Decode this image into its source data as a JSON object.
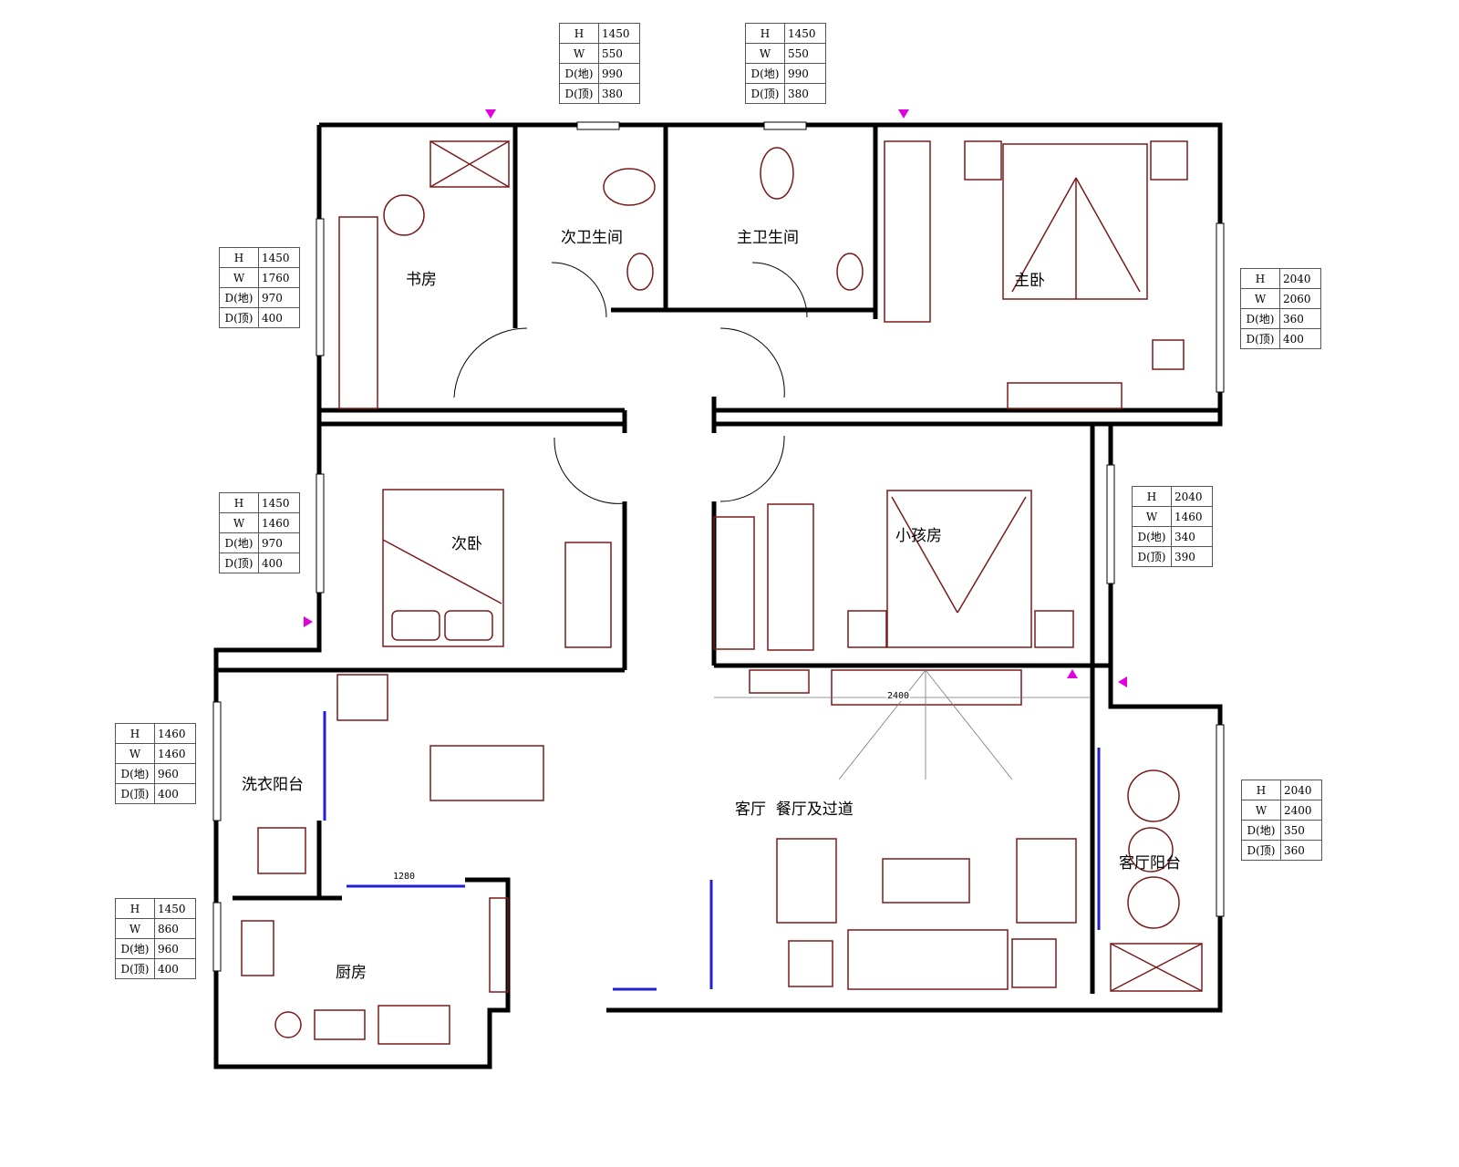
{
  "rooms": {
    "study": "书房",
    "second_bath": "次卫生间",
    "master_bath": "主卫生间",
    "master_bedroom": "主卧",
    "second_bedroom": "次卧",
    "kids_room": "小孩房",
    "laundry_balcony": "洗衣阳台",
    "kitchen": "厨房",
    "living_dining": "客厅  餐厅及过道",
    "living_balcony": "客厅阳台"
  },
  "dimensions": {
    "tv_wall": "2400",
    "kitchen_opening": "1280"
  },
  "row_labels": [
    "H",
    "W",
    "D(地)",
    "D(顶)"
  ],
  "window_specs": [
    {
      "name": "second-bath-window",
      "values": [
        "1450",
        "550",
        "990",
        "380"
      ]
    },
    {
      "name": "master-bath-window",
      "values": [
        "1450",
        "550",
        "990",
        "380"
      ]
    },
    {
      "name": "study-window",
      "values": [
        "1450",
        "1760",
        "970",
        "400"
      ]
    },
    {
      "name": "master-bedroom-window",
      "values": [
        "2040",
        "2060",
        "360",
        "400"
      ]
    },
    {
      "name": "second-bedroom-window",
      "values": [
        "1450",
        "1460",
        "970",
        "400"
      ]
    },
    {
      "name": "kids-room-window",
      "values": [
        "2040",
        "1460",
        "340",
        "390"
      ]
    },
    {
      "name": "laundry-balcony-window",
      "values": [
        "1460",
        "1460",
        "960",
        "400"
      ]
    },
    {
      "name": "living-balcony-window",
      "values": [
        "2040",
        "2400",
        "350",
        "360"
      ]
    },
    {
      "name": "kitchen-window",
      "values": [
        "1450",
        "860",
        "960",
        "400"
      ]
    }
  ],
  "colors": {
    "wall": "#000000",
    "furniture": "#7a1a1a",
    "marker": "#e000e0",
    "glass": "#2020d0"
  }
}
